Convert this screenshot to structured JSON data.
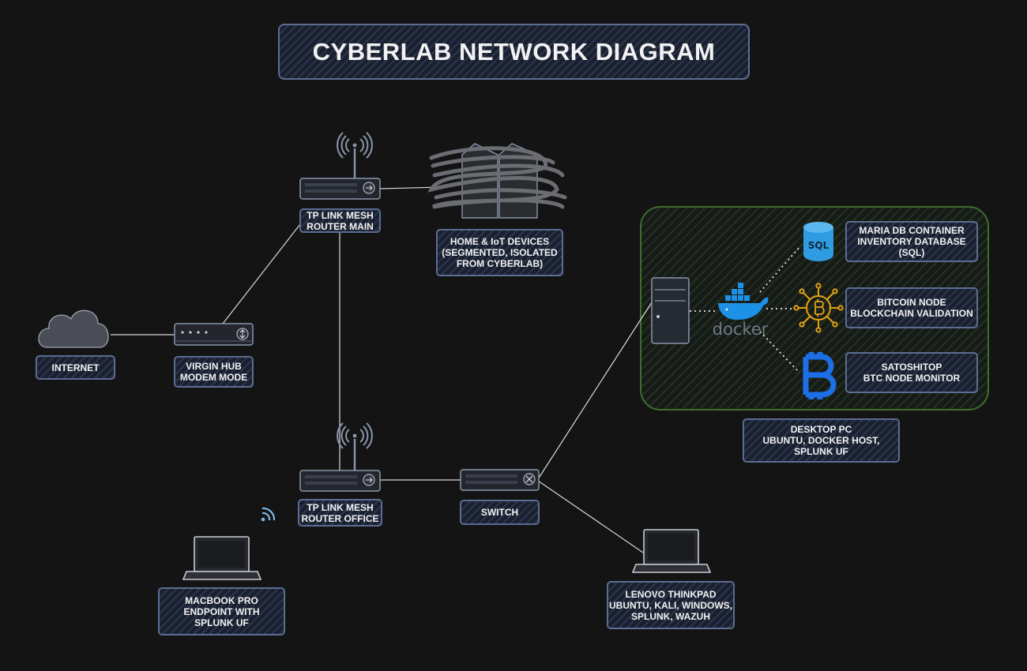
{
  "title": "CYBERLAB NETWORK DIAGRAM",
  "nodes": {
    "internet": {
      "lines": [
        "INTERNET"
      ],
      "icon": "cloud-icon"
    },
    "virgin_hub": {
      "lines": [
        "VIRGIN HUB",
        "MODEM MODE"
      ],
      "icon": "modem-icon"
    },
    "router_main": {
      "lines": [
        "TP LINK MESH",
        "ROUTER MAIN"
      ],
      "icon": "wifi-router-icon"
    },
    "home_iot": {
      "lines": [
        "HOME & IoT DEVICES",
        "(SEGMENTED, ISOLATED",
        "FROM CYBERLAB)"
      ],
      "icon": "buildings-icon"
    },
    "router_office": {
      "lines": [
        "TP LINK MESH",
        "ROUTER OFFICE"
      ],
      "icon": "wifi-router-icon"
    },
    "switch": {
      "lines": [
        "SWITCH"
      ],
      "icon": "switch-icon"
    },
    "macbook": {
      "lines": [
        "MACBOOK PRO",
        "ENDPOINT WITH",
        "SPLUNK UF"
      ],
      "icon": "laptop-icon"
    },
    "thinkpad": {
      "lines": [
        "LENOVO THINKPAD",
        "UBUNTU, KALI, WINDOWS,",
        "SPLUNK, WAZUH"
      ],
      "icon": "laptop-icon"
    },
    "desktop": {
      "lines": [
        "DESKTOP PC",
        "UBUNTU, DOCKER HOST,",
        "SPLUNK UF"
      ],
      "icon": "desktop-tower-icon"
    },
    "mariadb": {
      "lines": [
        "MARIA DB CONTAINER",
        "INVENTORY DATABASE",
        "(SQL)"
      ],
      "icon": "sql-database-icon",
      "icon_text": "SQL"
    },
    "bitcoin_node": {
      "lines": [
        "BITCOIN NODE",
        "BLOCKCHAIN VALIDATION"
      ],
      "icon": "bitcoin-network-icon"
    },
    "satoshitop": {
      "lines": [
        "SATOSHITOP",
        "BTC NODE MONITOR"
      ],
      "icon": "bitcoin-icon"
    }
  },
  "docker": {
    "label": "docker",
    "icon": "docker-whale-icon"
  },
  "colors": {
    "background": "#141415",
    "box_border": "#5b6d92",
    "docker_zone_border": "#3c6e2c",
    "link": "#d8d8d8",
    "docker_blue": "#1d91e6",
    "bitcoin_gold": "#e2a214",
    "sql_blue": "#2f9be0"
  }
}
